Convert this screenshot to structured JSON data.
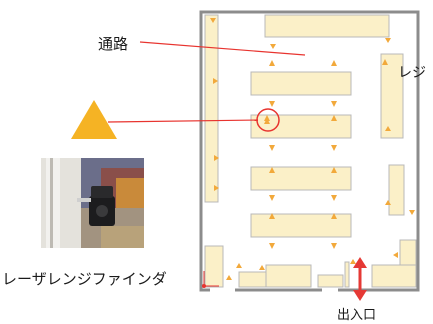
{
  "labels": {
    "aisle": "通路",
    "register": "レジ",
    "rangefinder": "レーザレンジファインダ",
    "entrance": "出入口"
  },
  "colors": {
    "shelf_fill": "#fbf0c8",
    "shelf_stroke": "#b8b8b8",
    "wall": "#8c8c8c",
    "marker": "#f2a93b",
    "pointer_line": "#e8342f",
    "sensor_triangle": "#f5b324"
  },
  "icons": {
    "sensor_marker": "triangle-icon",
    "sensor_photo": "laser-rangefinder-photo",
    "entrance_arrow": "double-arrow-icon"
  }
}
